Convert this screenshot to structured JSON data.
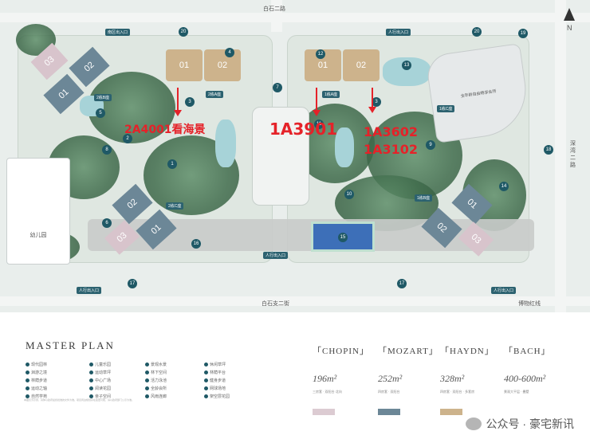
{
  "map": {
    "roads": {
      "top": "白石二路",
      "bottom": "白石支二街",
      "right": "深湾二路",
      "bottom_right": "博物红线"
    },
    "compass": "N",
    "buildings_left_top": [
      "03",
      "02",
      "01"
    ],
    "buildings_center_left": [
      "01",
      "02"
    ],
    "buildings_center_right": [
      "01",
      "02"
    ],
    "buildings_left_bottom": [
      "02",
      "03",
      "01"
    ],
    "buildings_right_bottom": [
      "01",
      "02",
      "03"
    ],
    "kindergarten": "幼儿园",
    "clubhouse": "全年龄自由畅享会所",
    "tags": [
      "南区出入口",
      "2栋B座",
      "2栋A座",
      "1栋A座",
      "1栋C座",
      "1栋B座",
      "2栋C座",
      "人行出入口",
      "人行出入口",
      "人行出入口",
      "人行出入口"
    ],
    "numbers": [
      "20",
      "20",
      "4",
      "19",
      "12",
      "13",
      "7",
      "3",
      "3",
      "5",
      "2",
      "8",
      "1",
      "9",
      "18",
      "6",
      "14",
      "10",
      "11",
      "15",
      "16",
      "17",
      "17"
    ],
    "annotations": {
      "a1": "2A4001看海景",
      "a2": "1A3901",
      "a3": "1A3602",
      "a4": "1A3102"
    }
  },
  "legend": {
    "title": "MASTER PLAN",
    "keys": [
      [
        "现代园林",
        "洄游之境",
        "林荫步道",
        "运动之轴",
        "自然学苑"
      ],
      [
        "儿童乐园",
        "运动草坪",
        "中心广场",
        "阅读花园",
        "亲子空间"
      ],
      [
        "景观水景",
        "林下空间",
        "活力泳池",
        "全龄会所",
        "风雨连廊"
      ],
      [
        "休闲草坪",
        "林荫平台",
        "健身步道",
        "网球场地",
        "架空层花园"
      ]
    ],
    "units": [
      {
        "name": "「CHOPIN」",
        "area": "196m²",
        "desc": "三房套 · 双阳台·北向",
        "color": "#dccbd2"
      },
      {
        "name": "「MOZART」",
        "area": "252m²",
        "desc": "四房套 · 双阳台",
        "color": "#6c8797"
      },
      {
        "name": "「HAYDN」",
        "area": "328m²",
        "desc": "四房套 · 双阳台 · 多套房",
        "color": "#cdb38c"
      },
      {
        "name": "「BACH」",
        "area": "400-600m²",
        "desc": "景观大平层 · 叠墅",
        "color": "#e4e7e8"
      }
    ],
    "fine_print": "本图仅为示意，具体以政府最终批准的文件为准。项目周边规划存在变更可能，请以政府部门公示为准。",
    "watermark": "公众号 · 豪宅新讯"
  }
}
